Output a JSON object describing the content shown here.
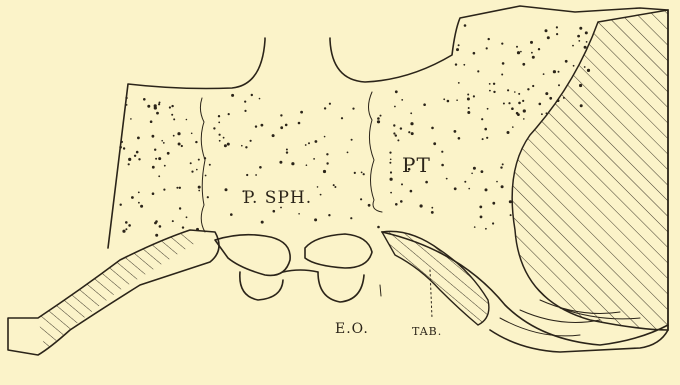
{
  "figure": {
    "labels": {
      "p_sph": "P. SPH.",
      "pt": "PT",
      "eo": "E.O.",
      "tab": "TAB."
    }
  },
  "colors": {
    "paper": "#fbf3c9",
    "ink": "#2b2419"
  }
}
